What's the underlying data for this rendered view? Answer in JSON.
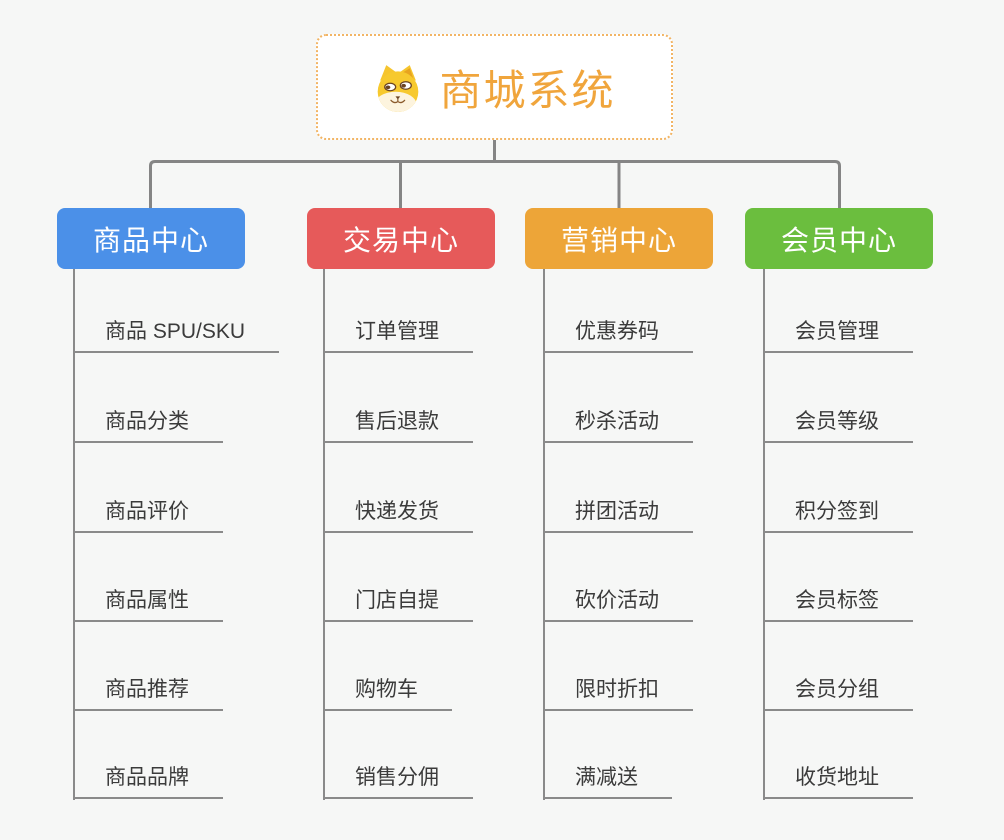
{
  "app": {
    "background_color": "#f6f7f6",
    "connector_color": "#858585"
  },
  "root": {
    "title": "商城系统",
    "icon": "doge-icon",
    "accent_color": "#f0a53c",
    "border_color": "#f2b565"
  },
  "branches": [
    {
      "label": "商品中心",
      "color": "#4b90e8",
      "items": [
        "商品 SPU/SKU",
        "商品分类",
        "商品评价",
        "商品属性",
        "商品推荐",
        "商品品牌"
      ]
    },
    {
      "label": "交易中心",
      "color": "#e65a5a",
      "items": [
        "订单管理",
        "售后退款",
        "快递发货",
        "门店自提",
        "购物车",
        "销售分佣"
      ]
    },
    {
      "label": "营销中心",
      "color": "#eda538",
      "items": [
        "优惠券码",
        "秒杀活动",
        "拼团活动",
        "砍价活动",
        "限时折扣",
        "满减送"
      ]
    },
    {
      "label": "会员中心",
      "color": "#6bbe3e",
      "items": [
        "会员管理",
        "会员等级",
        "积分签到",
        "会员标签",
        "会员分组",
        "收货地址"
      ]
    }
  ]
}
